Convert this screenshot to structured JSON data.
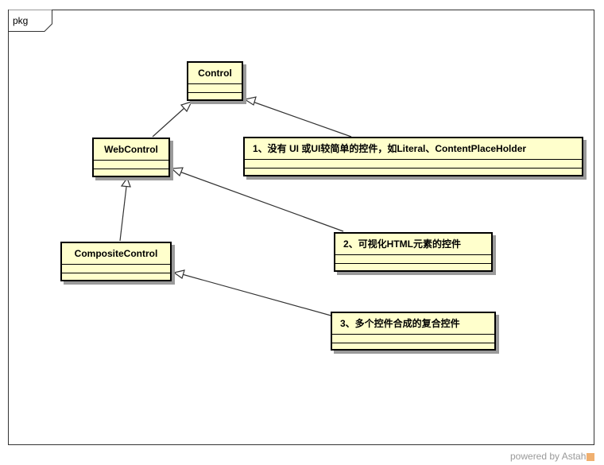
{
  "diagram": {
    "package_label": "pkg",
    "classes": {
      "control": "Control",
      "webcontrol": "WebControl",
      "compositecontrol": "CompositeControl"
    },
    "notes": {
      "note1": "1、没有 UI 或UI较简单的控件，如Literal、ContentPlaceHolder",
      "note2": "2、可视化HTML元素的控件",
      "note3": "3、多个控件合成的复合控件"
    }
  },
  "watermark": "powered by Astah",
  "colors": {
    "class_fill": "#ffffcc",
    "border": "#000000",
    "shadow": "#9a9a9a"
  }
}
